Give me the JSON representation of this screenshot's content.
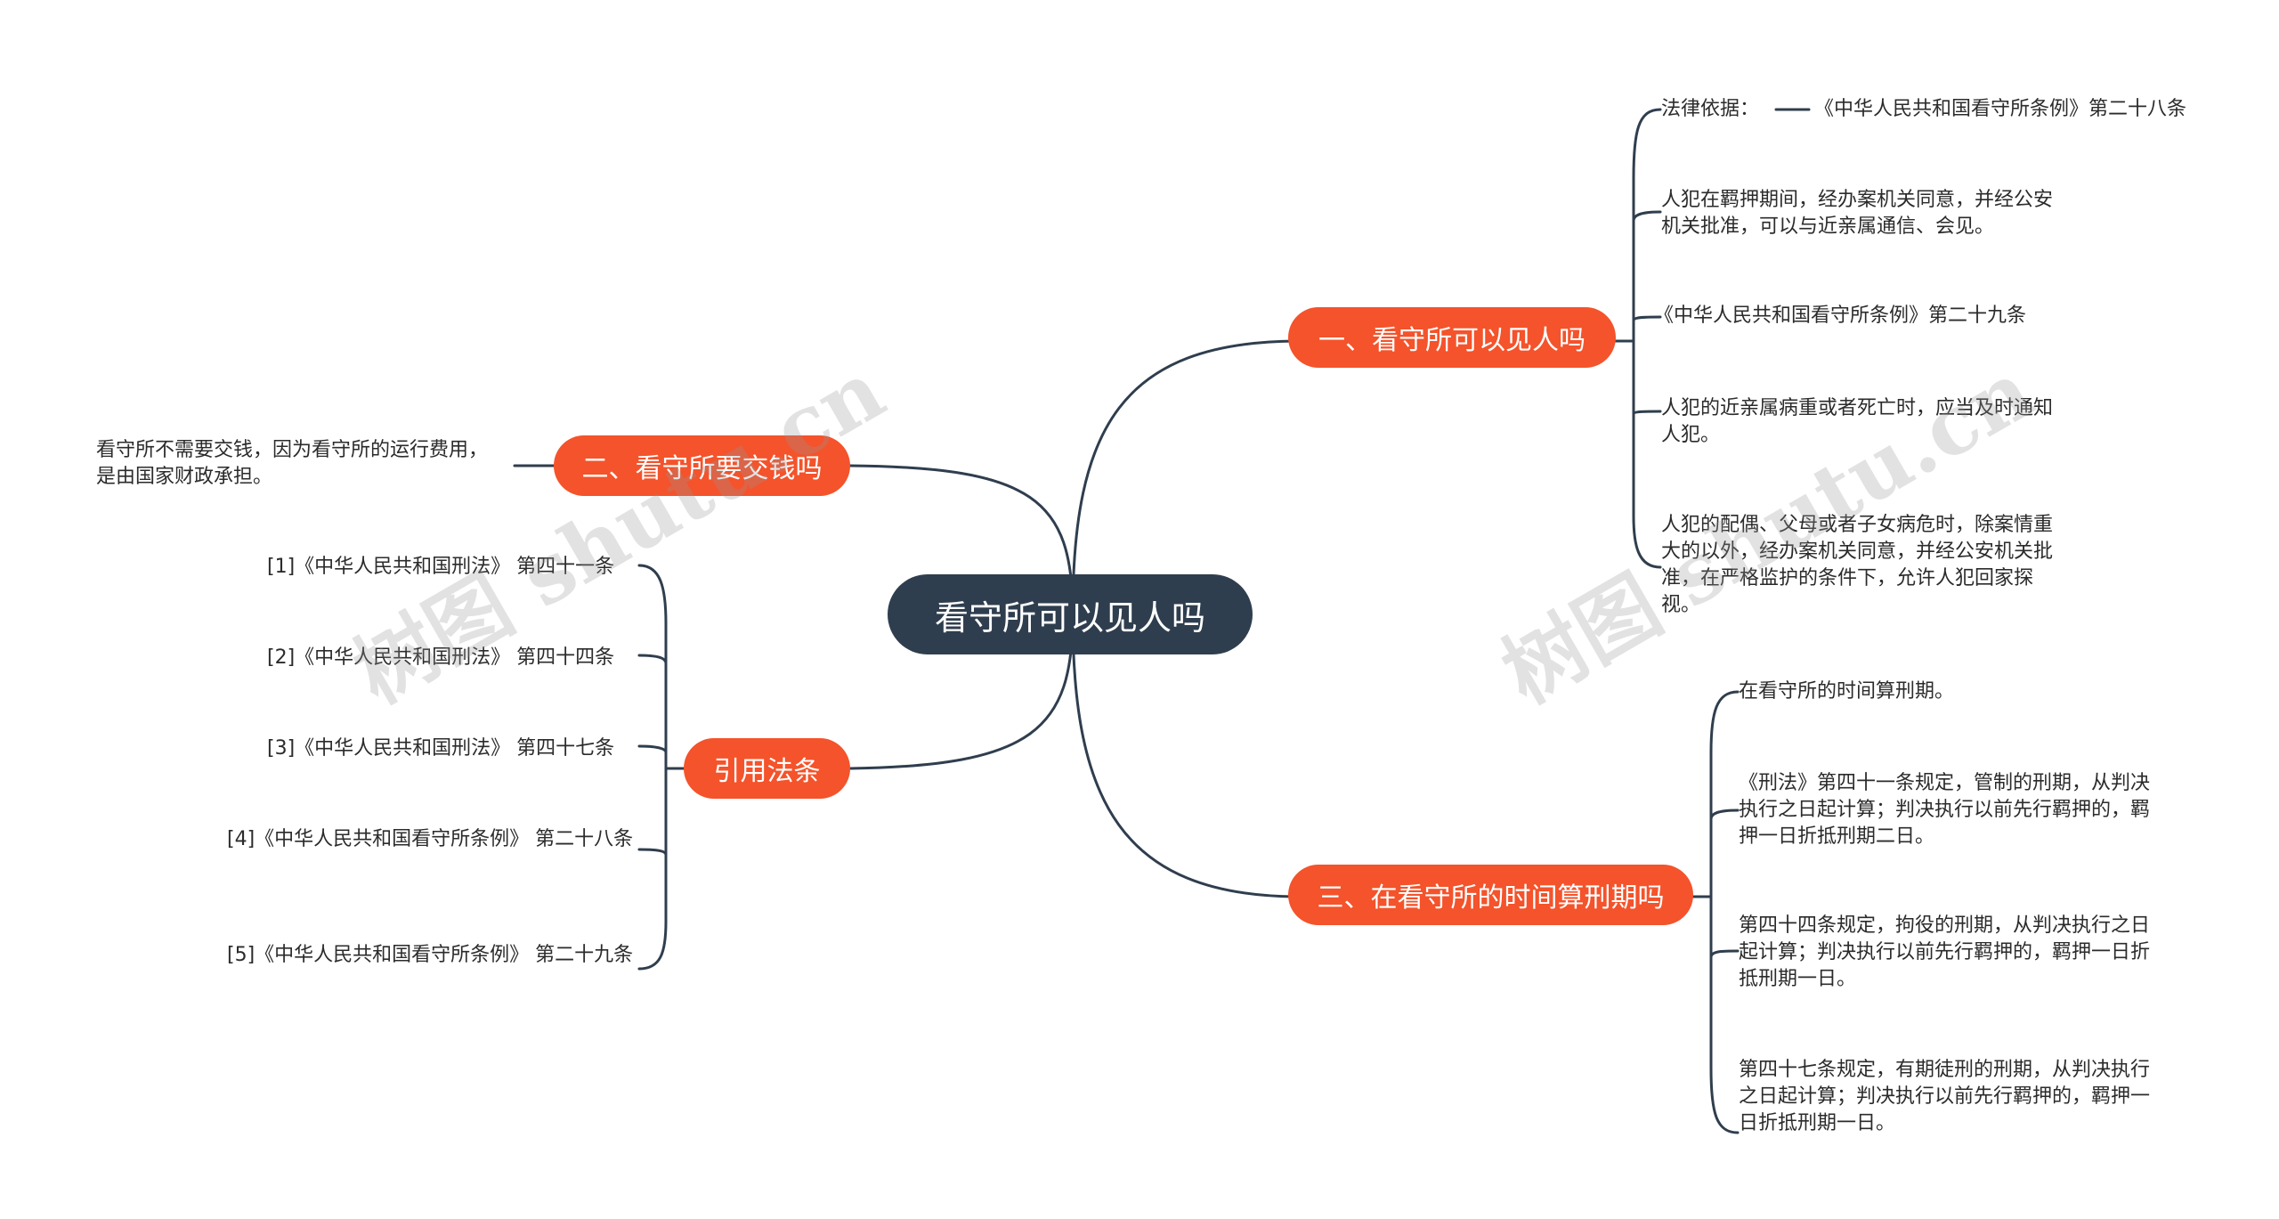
{
  "root": {
    "label": "看守所可以见人吗"
  },
  "branches": {
    "b1": {
      "label": "一、看守所可以见人吗",
      "leaves": [
        {
          "label": "法律依据：",
          "child": "《中华人民共和国看守所条例》第二十八条"
        },
        {
          "label": "人犯在羁押期间，经办案机关同意，并经公安机关批准，可以与近亲属通信、会见。"
        },
        {
          "label": "《中华人民共和国看守所条例》第二十九条"
        },
        {
          "label": "人犯的近亲属病重或者死亡时，应当及时通知人犯。"
        },
        {
          "label": "人犯的配偶、父母或者子女病危时，除案情重大的以外，经办案机关同意，并经公安机关批准，在严格监护的条件下，允许人犯回家探视。"
        }
      ]
    },
    "b2": {
      "label": "二、看守所要交钱吗",
      "leaves": [
        {
          "label": "看守所不需要交钱，因为看守所的运行费用，是由国家财政承担。"
        }
      ]
    },
    "b3": {
      "label": "三、在看守所的时间算刑期吗",
      "leaves": [
        {
          "label": "在看守所的时间算刑期。"
        },
        {
          "label": "《刑法》第四十一条规定，管制的刑期，从判决执行之日起计算；判决执行以前先行羁押的，羁押一日折抵刑期二日。"
        },
        {
          "label": "第四十四条规定，拘役的刑期，从判决执行之日起计算；判决执行以前先行羁押的，羁押一日折抵刑期一日。"
        },
        {
          "label": "第四十七条规定，有期徒刑的刑期，从判决执行之日起计算；判决执行以前先行羁押的，羁押一日折抵刑期一日。"
        }
      ]
    },
    "b4": {
      "label": "引用法条",
      "leaves": [
        {
          "label": "[1]《中华人民共和国刑法》 第四十一条"
        },
        {
          "label": "[2]《中华人民共和国刑法》 第四十四条"
        },
        {
          "label": "[3]《中华人民共和国刑法》 第四十七条"
        },
        {
          "label": "[4]《中华人民共和国看守所条例》 第二十八条"
        },
        {
          "label": "[5]《中华人民共和国看守所条例》 第二十九条"
        }
      ]
    }
  },
  "watermark": {
    "text": "树图 shutu.cn"
  },
  "colors": {
    "root": "#2f3e4e",
    "branch": "#f4532b",
    "line": "#2f3e4e",
    "text": "#2b2b2b"
  }
}
